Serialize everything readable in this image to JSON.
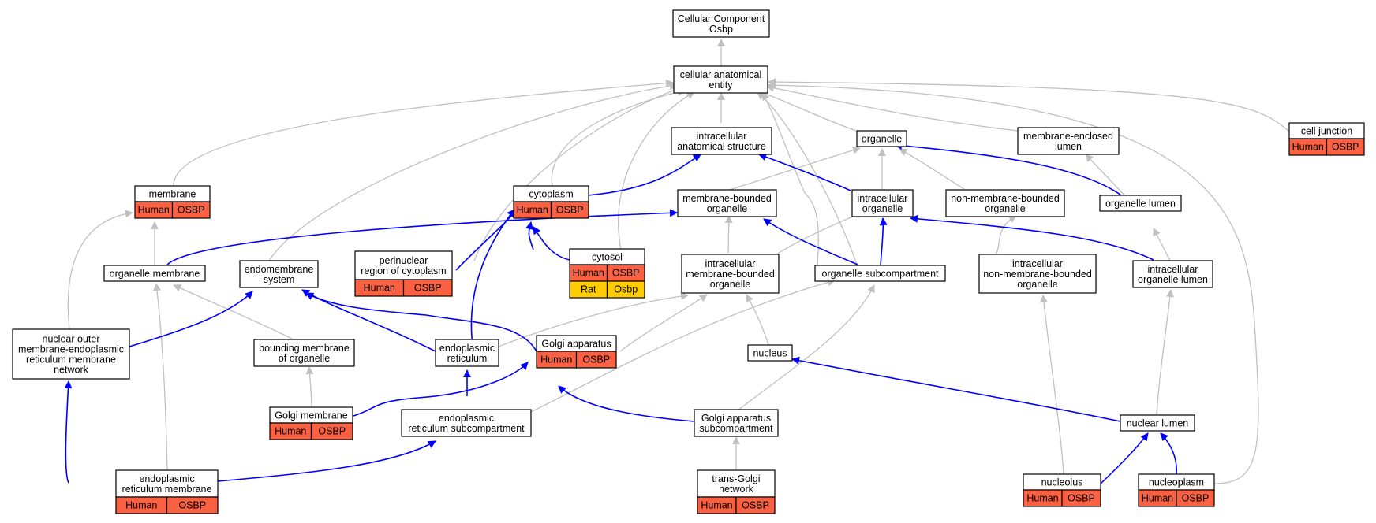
{
  "colors": {
    "human": "#fa6143",
    "rat": "#ffcc00",
    "is_a_edge": "#c0c0c0",
    "part_of_edge": "#0000ff"
  },
  "nodes": {
    "cellular_component": [
      "Cellular Component",
      "Osbp"
    ],
    "cellular_anatomical_entity": [
      "cellular anatomical",
      "entity"
    ],
    "intracellular_anatomical_structure": [
      "intracellular",
      "anatomical structure"
    ],
    "organelle": [
      "organelle"
    ],
    "membrane_enclosed_lumen": [
      "membrane-enclosed",
      "lumen"
    ],
    "cell_junction": [
      "cell junction"
    ],
    "membrane": [
      "membrane"
    ],
    "cytoplasm": [
      "cytoplasm"
    ],
    "membrane_bounded_organelle": [
      "membrane-bounded",
      "organelle"
    ],
    "intracellular_organelle": [
      "intracellular",
      "organelle"
    ],
    "non_membrane_bounded_organelle": [
      "non-membrane-bounded",
      "organelle"
    ],
    "organelle_lumen": [
      "organelle lumen"
    ],
    "organelle_membrane": [
      "organelle membrane"
    ],
    "endomembrane_system": [
      "endomembrane",
      "system"
    ],
    "perinuclear_region": [
      "perinuclear",
      "region of cytoplasm"
    ],
    "cytosol": [
      "cytosol"
    ],
    "intracellular_membrane_bounded_organelle": [
      "intracellular",
      "membrane-bounded",
      "organelle"
    ],
    "organelle_subcompartment": [
      "organelle subcompartment"
    ],
    "intracellular_non_membrane_bounded_organelle": [
      "intracellular",
      "non-membrane-bounded",
      "organelle"
    ],
    "intracellular_organelle_lumen": [
      "intracellular",
      "organelle lumen"
    ],
    "nuclear_outer_membrane_er": [
      "nuclear outer",
      "membrane-endoplasmic",
      "reticulum membrane",
      "network"
    ],
    "bounding_membrane": [
      "bounding membrane",
      "of organelle"
    ],
    "endoplasmic_reticulum": [
      "endoplasmic",
      "reticulum"
    ],
    "golgi_apparatus": [
      "Golgi apparatus"
    ],
    "nucleus": [
      "nucleus"
    ],
    "golgi_membrane": [
      "Golgi membrane"
    ],
    "er_subcompartment": [
      "endoplasmic",
      "reticulum subcompartment"
    ],
    "golgi_subcompartment": [
      "Golgi apparatus",
      "subcompartment"
    ],
    "nuclear_lumen": [
      "nuclear lumen"
    ],
    "er_membrane": [
      "endoplasmic",
      "reticulum membrane"
    ],
    "trans_golgi_network": [
      "trans-Golgi",
      "network"
    ],
    "nucleolus": [
      "nucleolus"
    ],
    "nucleoplasm": [
      "nucleoplasm"
    ]
  },
  "annotations": {
    "cell_junction": [
      [
        "Human",
        "OSBP"
      ]
    ],
    "membrane": [
      [
        "Human",
        "OSBP"
      ]
    ],
    "cytoplasm": [
      [
        "Human",
        "OSBP"
      ]
    ],
    "perinuclear_region": [
      [
        "Human",
        "OSBP"
      ]
    ],
    "cytosol": [
      [
        "Human",
        "OSBP"
      ],
      [
        "Rat",
        "Osbp"
      ]
    ],
    "golgi_apparatus": [
      [
        "Human",
        "OSBP"
      ]
    ],
    "golgi_membrane": [
      [
        "Human",
        "OSBP"
      ]
    ],
    "er_membrane": [
      [
        "Human",
        "OSBP"
      ]
    ],
    "trans_golgi_network": [
      [
        "Human",
        "OSBP"
      ]
    ],
    "nucleolus": [
      [
        "Human",
        "OSBP"
      ]
    ],
    "nucleoplasm": [
      [
        "Human",
        "OSBP"
      ]
    ]
  }
}
